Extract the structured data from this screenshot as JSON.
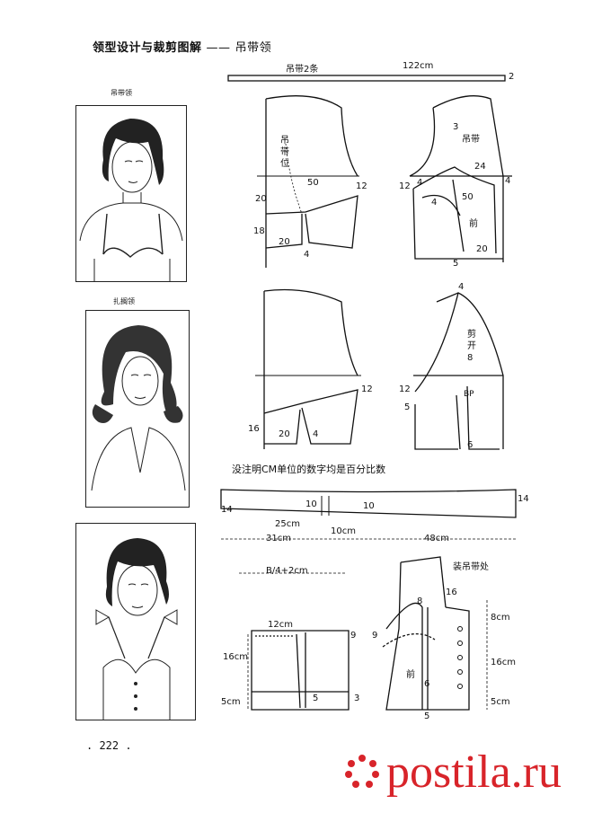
{
  "header": {
    "title_main": "领型设计与裁剪图解",
    "title_dash": "——",
    "title_sub": "吊带领"
  },
  "photos": [
    {
      "caption": "吊带领"
    },
    {
      "caption": "扎搁领"
    },
    {
      "caption": ""
    }
  ],
  "strap": {
    "label": "吊带2条",
    "length": "122cm",
    "width": "2"
  },
  "pattern1": {
    "back": {
      "strap_pos": [
        "吊",
        "带",
        "位"
      ],
      "d50": "50",
      "d12": "12",
      "d20": "20",
      "d18": "18",
      "d20b": "20",
      "d4": "4"
    },
    "front": {
      "d3": "3",
      "strap": "吊带",
      "d24": "24",
      "d12": "12",
      "d4a": "4",
      "d4b": "4",
      "d50": "50",
      "front": "前",
      "d4c": "4",
      "d20": "20",
      "d5": "5"
    }
  },
  "pattern2": {
    "back": {
      "d12": "12",
      "d16": "16",
      "d20": "20",
      "d4": "4"
    },
    "front": {
      "d4": "4",
      "cut_open": [
        "剪",
        "开",
        "8"
      ],
      "d12": "12",
      "bp": "BP",
      "d5": "5",
      "d6": "6"
    }
  },
  "note": "没注明CM单位的数字均是百分比数",
  "band": {
    "d14a": "14",
    "d10a": "10",
    "d10b": "10",
    "d14b": "14",
    "d25": "25cm",
    "d31": "31cm",
    "d10cm": "10cm",
    "d48": "48cm"
  },
  "pattern3": {
    "back": {
      "formula": "B/4+2cm",
      "d12": "12cm",
      "d9": "9",
      "d16": "16cm",
      "d5": "5cm",
      "d5b": "5",
      "d3": "3"
    },
    "front": {
      "attach": "装吊带处",
      "d8": "8",
      "d16": "16",
      "d9": "9",
      "front": "前",
      "d6": "6",
      "d5": "5",
      "d8cm": "8cm",
      "d16cm": "16cm",
      "d5cm": "5cm"
    }
  },
  "page_number": ". 222 .",
  "watermark": "postila.ru",
  "colors": {
    "ink": "#111111",
    "watermark": "#d8242a"
  }
}
